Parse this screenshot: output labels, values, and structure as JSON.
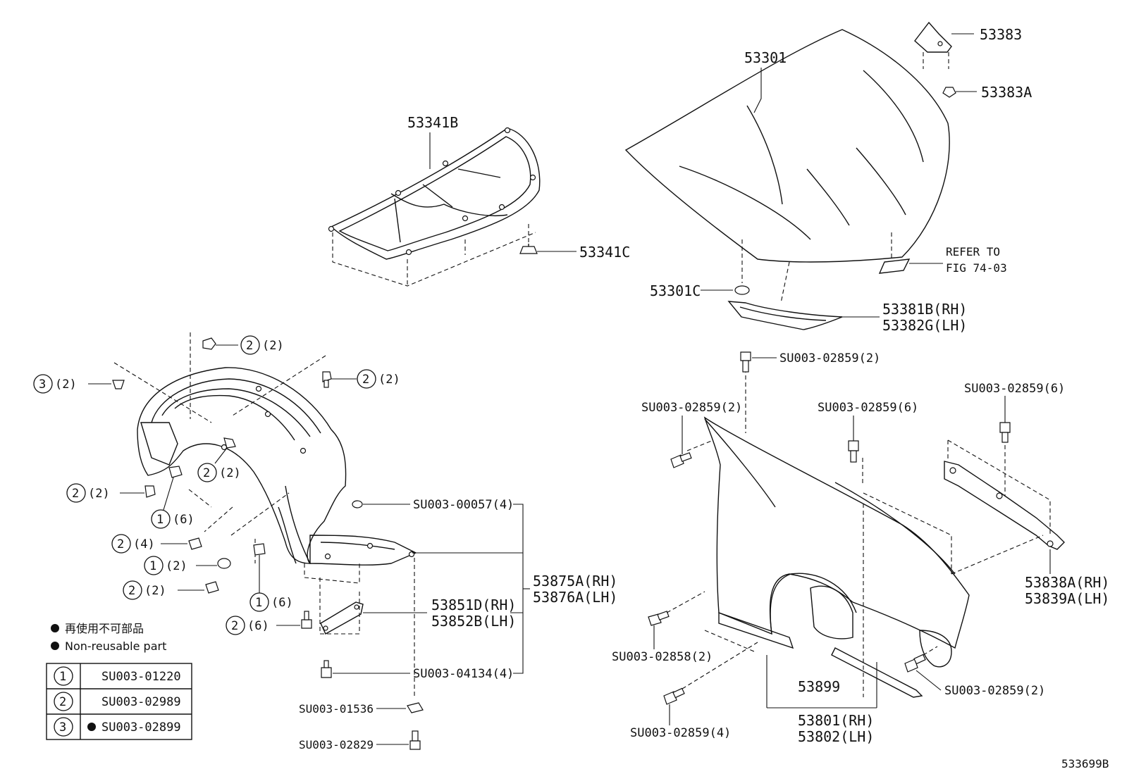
{
  "labels": {
    "hood": "53301",
    "hood_hinge_upper": "53383",
    "hood_hinge_clip": "53383A",
    "hood_insulator": "53341B",
    "insulator_clip": "53341C",
    "refer_line1": "REFER TO",
    "refer_line2": "FIG 74-03",
    "hood_cushion": "53301C",
    "hood_seal_rh": "53381B(RH)",
    "hood_seal_lh": "53382G(LH)",
    "fender_bolt_top": "SU003-02859(2)",
    "fender_bolt_left": "SU003-02859(2)",
    "fender_bolt_mid": "SU003-02859(6)",
    "fender_bolt_right": "SU003-02859(6)",
    "fender_bracket_rh": "53838A(RH)",
    "fender_bracket_lh": "53839A(LH)",
    "fender_bolt_lower": "SU003-02858(2)",
    "fender_bolt_rear": "SU003-02859(2)",
    "fender_bolt_bottom": "SU003-02859(4)",
    "fender_seal": "53899",
    "fender_rh": "53801(RH)",
    "fender_lh": "53802(LH)",
    "liner_washer": "SU003-00057(4)",
    "liner_rh": "53875A(RH)",
    "liner_lh": "53876A(LH)",
    "splash_rh": "53851D(RH)",
    "splash_lh": "53852B(LH)",
    "liner_screw": "SU003-04134(4)",
    "clip_nut": "SU003-01536",
    "clip_bolt": "SU003-02829",
    "diagram_id": "533699B"
  },
  "callouts": {
    "top_clip": "(2)",
    "right_clip": "(2)",
    "left_clip3": "(2)",
    "inner_clip": "(2)",
    "left_clip": "(2)",
    "clip1_6a": "(6)",
    "clip2_4": "(4)",
    "clip1_2": "(2)",
    "clip2_2b": "(2)",
    "clip1_6b": "(6)",
    "clip2_6": "(6)"
  },
  "circle_nums": {
    "one": "1",
    "two": "2",
    "three": "3"
  },
  "legend": {
    "non_reusable_jp": "再使用不可部品",
    "non_reusable_en": "Non-reusable part",
    "rows": [
      {
        "num": "1",
        "part": "SU003-01220",
        "non_reusable": false
      },
      {
        "num": "2",
        "part": "SU003-02989",
        "non_reusable": false
      },
      {
        "num": "3",
        "part": "SU003-02899",
        "non_reusable": true
      }
    ]
  }
}
